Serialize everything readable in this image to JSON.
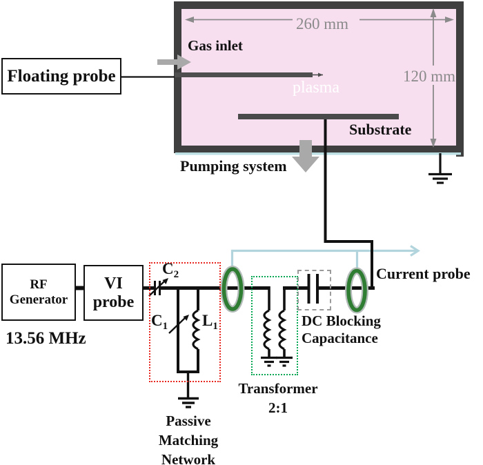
{
  "chamber": {
    "width_label": "260 mm",
    "height_label": "120 mm",
    "gas_inlet_label": "Gas inlet",
    "plasma_label": "plasma",
    "substrate_label": "Substrate",
    "pumping_label": "Pumping system"
  },
  "floating_probe": {
    "label": "Floating probe"
  },
  "circuit": {
    "rf_generator": {
      "line1": "RF",
      "line2": "Generator"
    },
    "frequency": "13.56 MHz",
    "vi_probe": {
      "line1": "VI",
      "line2": "probe"
    },
    "c2": {
      "base": "C",
      "sub": "2"
    },
    "c1": {
      "base": "C",
      "sub": "1"
    },
    "l1": {
      "base": "L",
      "sub": "1"
    },
    "matching_network": {
      "line1": "Passive",
      "line2": "Matching",
      "line3": "Network"
    },
    "transformer": {
      "line1": "Transformer",
      "line2": "2:1"
    },
    "dc_blocking": {
      "line1": "DC Blocking",
      "line2": "Capacitance"
    },
    "current_probe_label": "Current probe"
  },
  "colors": {
    "chamber_fill": "#f8dff0",
    "chamber_wall": "#3f3f3f",
    "dimension_gray": "#8a8a8a",
    "arrow_gray": "#a9a9a9",
    "matching_box_red": "#e8251d",
    "transformer_box_green": "#00a651",
    "dc_box_gray": "#9a9a9a",
    "toroid_green": "#2e7d32",
    "current_probe_blue": "#b2d4dc",
    "wire_black": "#111111"
  }
}
